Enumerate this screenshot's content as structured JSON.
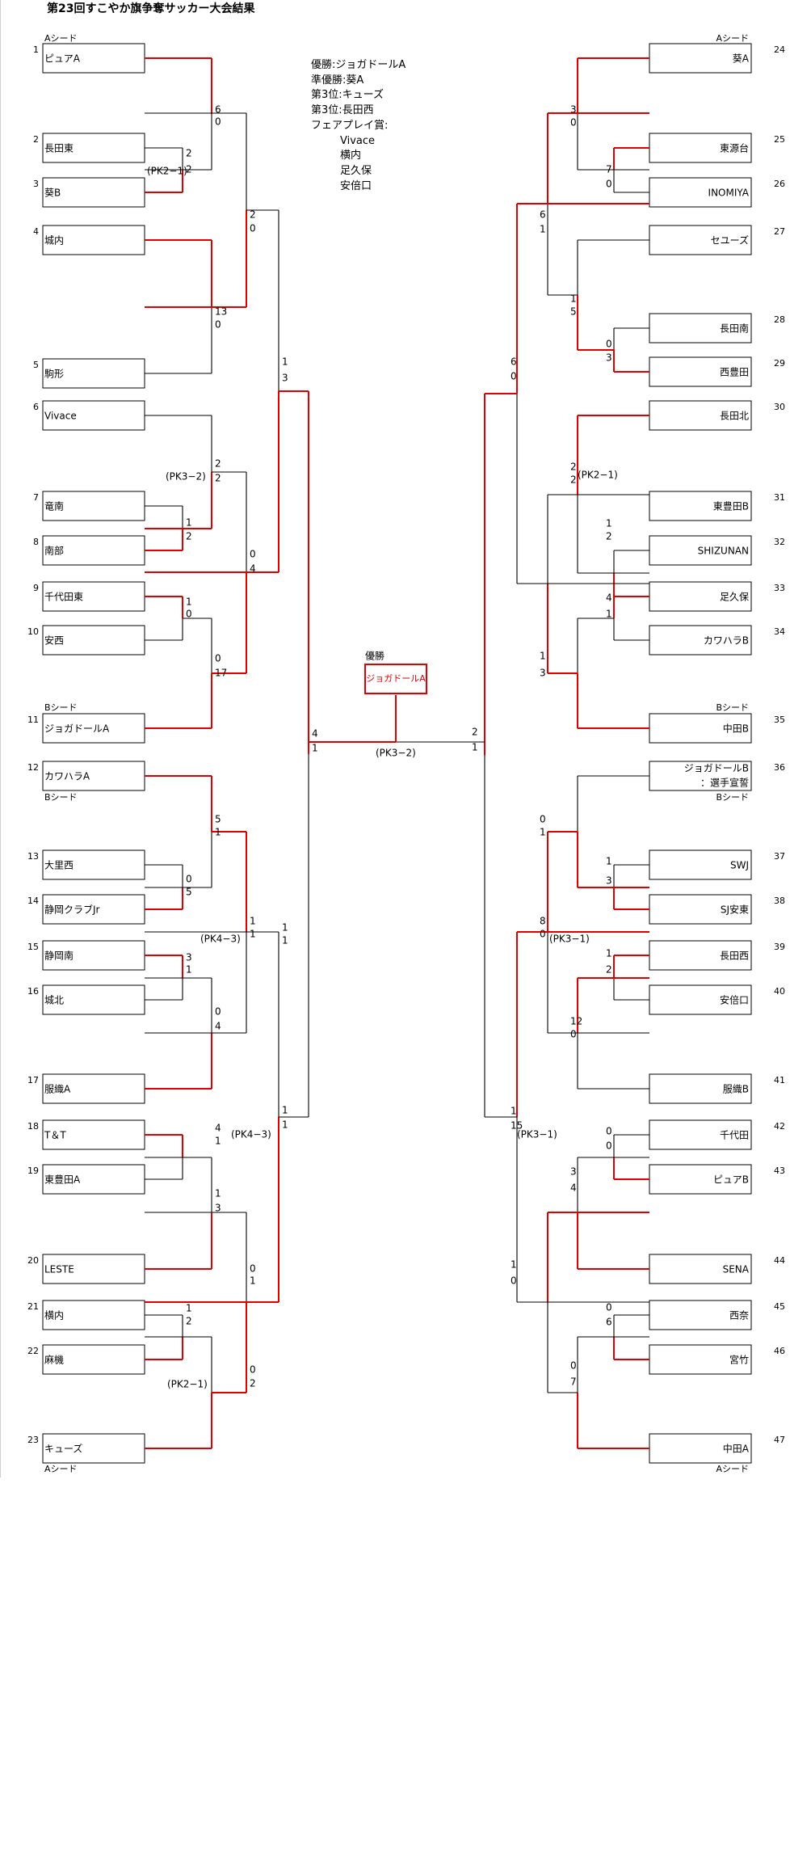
{
  "title": "第23回すこやか旗争奪サッカー大会結果",
  "results": {
    "winner": "優勝:ジョガドールA",
    "runner_up": "準優勝:葵A",
    "third_1": "第3位:キューズ",
    "third_2": "第3位:長田西",
    "fairplay_label": "フェアプレイ賞:",
    "fairplay_teams": [
      "Vivace",
      "横内",
      "足久保",
      "安倍口"
    ]
  },
  "champion": {
    "label": "優勝",
    "team": "ジョガドールA"
  },
  "seed_labels": {
    "a_top_left": "Aシード",
    "a_top_right": "Aシード",
    "b_left_top": "Bシード",
    "b_left_bottom": "Bシード",
    "b_right_top": "Bシード",
    "b_right_mid": "Bシード",
    "a_bottom_left": "Aシード",
    "a_bottom_right": "Aシード"
  },
  "left_teams": [
    {
      "no": "1",
      "name": "ピュアA"
    },
    {
      "no": "2",
      "name": "長田東"
    },
    {
      "no": "3",
      "name": "葵B"
    },
    {
      "no": "4",
      "name": "城内"
    },
    {
      "no": "5",
      "name": "駒形"
    },
    {
      "no": "6",
      "name": "Vivace"
    },
    {
      "no": "7",
      "name": "竜南"
    },
    {
      "no": "8",
      "name": "南部"
    },
    {
      "no": "9",
      "name": "千代田東"
    },
    {
      "no": "10",
      "name": "安西"
    },
    {
      "no": "11",
      "name": "ジョガドールA"
    },
    {
      "no": "12",
      "name": "カワハラA"
    },
    {
      "no": "13",
      "name": "大里西"
    },
    {
      "no": "14",
      "name": "静岡クラブJr"
    },
    {
      "no": "15",
      "name": "静岡南"
    },
    {
      "no": "16",
      "name": "城北"
    },
    {
      "no": "17",
      "name": "服織A"
    },
    {
      "no": "18",
      "name": "T＆T"
    },
    {
      "no": "19",
      "name": "東豊田A"
    },
    {
      "no": "20",
      "name": "LESTE"
    },
    {
      "no": "21",
      "name": "横内"
    },
    {
      "no": "22",
      "name": "麻機"
    },
    {
      "no": "23",
      "name": "キューズ"
    }
  ],
  "right_teams": [
    {
      "no": "24",
      "name": "葵A"
    },
    {
      "no": "25",
      "name": "東源台"
    },
    {
      "no": "26",
      "name": "INOMIYA"
    },
    {
      "no": "27",
      "name": "セユーズ"
    },
    {
      "no": "28",
      "name": "長田南"
    },
    {
      "no": "29",
      "name": "西豊田"
    },
    {
      "no": "30",
      "name": "長田北"
    },
    {
      "no": "31",
      "name": "東豊田B"
    },
    {
      "no": "32",
      "name": "SHIZUNAN"
    },
    {
      "no": "33",
      "name": "足久保"
    },
    {
      "no": "34",
      "name": "カワハラB"
    },
    {
      "no": "35",
      "name": "中田B"
    },
    {
      "no": "36",
      "name": "ジョガドールB"
    },
    {
      "no": "37",
      "name": "SWJ"
    },
    {
      "no": "38",
      "name": "SJ安東"
    },
    {
      "no": "39",
      "name": "長田西"
    },
    {
      "no": "40",
      "name": "安倍口"
    },
    {
      "no": "41",
      "name": "服織B"
    },
    {
      "no": "42",
      "name": "千代田"
    },
    {
      "no": "43",
      "name": "ピュアB"
    },
    {
      "no": "44",
      "name": "SENA"
    },
    {
      "no": "45",
      "name": "西奈"
    },
    {
      "no": "46",
      "name": "宮竹"
    },
    {
      "no": "47",
      "name": "中田A"
    }
  ],
  "notes": {
    "team36_sub": "：選手宣誓"
  },
  "scores": [
    "6",
    "0",
    "2",
    "2",
    "13",
    "0",
    "2",
    "0",
    "1",
    "3",
    "2",
    "2",
    "1",
    "2",
    "1",
    "0",
    "0",
    "17",
    "0",
    "4",
    "5",
    "1",
    "0",
    "5",
    "3",
    "1",
    "0",
    "4",
    "1",
    "1",
    "4",
    "1",
    "1",
    "3",
    "1",
    "2",
    "0",
    "1",
    "0",
    "2",
    "1",
    "1",
    "4",
    "1",
    "1",
    "1",
    "2",
    "1",
    "3",
    "0",
    "7",
    "0",
    "6",
    "1",
    "0",
    "3",
    "1",
    "5",
    "6",
    "0",
    "2",
    "2",
    "1",
    "2",
    "4",
    "1",
    "1",
    "3",
    "0",
    "1",
    "1",
    "3",
    "1",
    "2",
    "12",
    "0",
    "8",
    "0",
    "0",
    "0",
    "3",
    "4",
    "0",
    "6",
    "0",
    "7",
    "1",
    "15",
    "1",
    "0",
    "1",
    "1"
  ],
  "pk_labels": [
    "(PK2−1)",
    "(PK3−2)",
    "(PK4−3)",
    "(PK4−3)",
    "(PK2−1)",
    "(PK3−2)",
    "(PK2−1)",
    "(PK3−1)",
    "(PK3−1)"
  ],
  "colors": {
    "win_line": "#e00000",
    "lose_line": "#000000",
    "champion_text": "#e00000"
  }
}
